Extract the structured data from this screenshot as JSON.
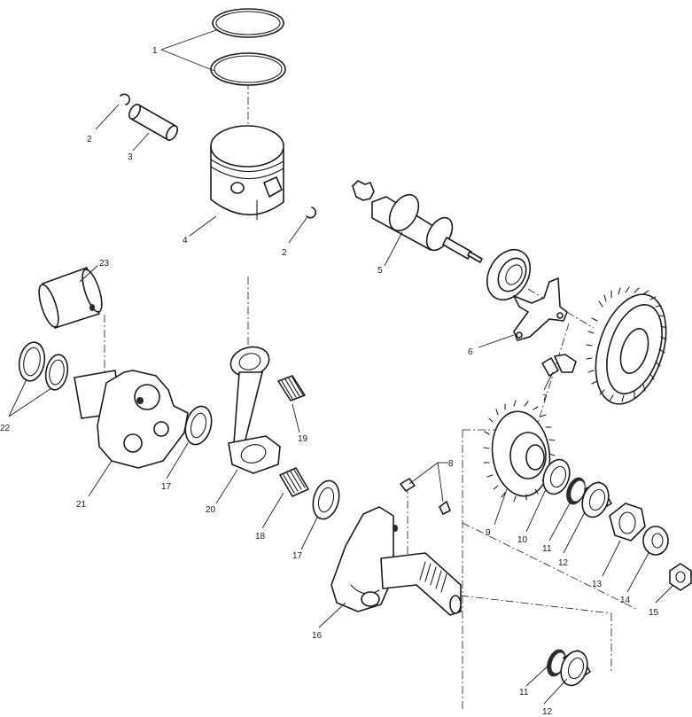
{
  "diagram": {
    "callouts": [
      {
        "id": "c1",
        "text": "1"
      },
      {
        "id": "c2a",
        "text": "2"
      },
      {
        "id": "c2b",
        "text": "2"
      },
      {
        "id": "c3",
        "text": "3"
      },
      {
        "id": "c4",
        "text": "4"
      },
      {
        "id": "c5",
        "text": "5"
      },
      {
        "id": "c6",
        "text": "6"
      },
      {
        "id": "c7",
        "text": "7"
      },
      {
        "id": "c8",
        "text": "8"
      },
      {
        "id": "c9",
        "text": "9"
      },
      {
        "id": "c10",
        "text": "10"
      },
      {
        "id": "c11a",
        "text": "11"
      },
      {
        "id": "c11b",
        "text": "11"
      },
      {
        "id": "c12a",
        "text": "12"
      },
      {
        "id": "c12b",
        "text": "12"
      },
      {
        "id": "c13",
        "text": "13"
      },
      {
        "id": "c14",
        "text": "14"
      },
      {
        "id": "c15",
        "text": "15"
      },
      {
        "id": "c16",
        "text": "16"
      },
      {
        "id": "c17a",
        "text": "17"
      },
      {
        "id": "c17b",
        "text": "17"
      },
      {
        "id": "c18",
        "text": "18"
      },
      {
        "id": "c19",
        "text": "19"
      },
      {
        "id": "c20",
        "text": "20"
      },
      {
        "id": "c21",
        "text": "21"
      },
      {
        "id": "c22",
        "text": "22"
      },
      {
        "id": "c23",
        "text": "23"
      }
    ]
  }
}
